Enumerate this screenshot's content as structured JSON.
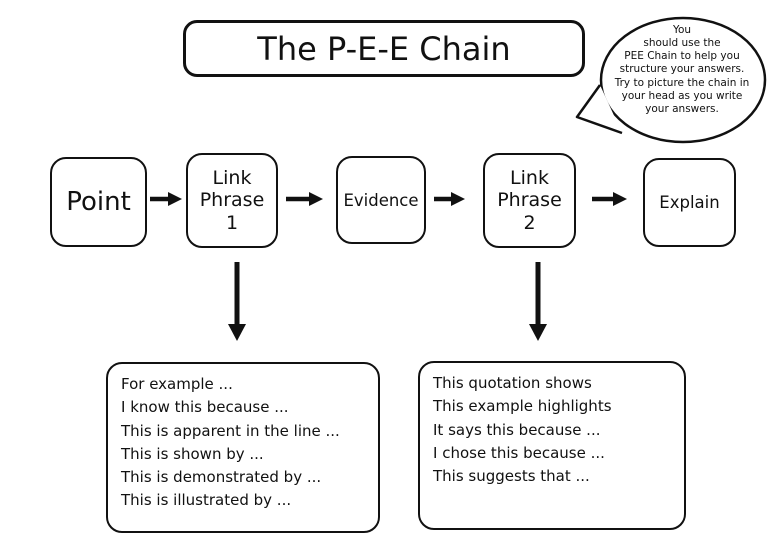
{
  "title": "The P-E-E Chain",
  "speech_bubble": {
    "text": "You\nshould use the\nPEE Chain to help you\nstructure your answers.\nTry to picture the chain in\nyour head as you write\nyour answers."
  },
  "chain": {
    "boxes": [
      {
        "id": "point",
        "label": "Point"
      },
      {
        "id": "link-phrase-1",
        "label": "Link\nPhrase\n1"
      },
      {
        "id": "evidence",
        "label": "Evidence"
      },
      {
        "id": "link-phrase-2",
        "label": "Link\nPhrase\n2"
      },
      {
        "id": "explain",
        "label": "Explain"
      }
    ]
  },
  "examples": {
    "link_phrase_1": "For example ...\nI know this because ...\nThis is apparent in the line ...\nThis is shown by ...\nThis is demonstrated by ...\nThis is illustrated by ...",
    "link_phrase_2": "This quotation shows\nThis example highlights\nIt says this because ...\nI chose this because ...\nThis suggests that ..."
  },
  "colors": {
    "ink": "#111111",
    "background": "#ffffff"
  }
}
